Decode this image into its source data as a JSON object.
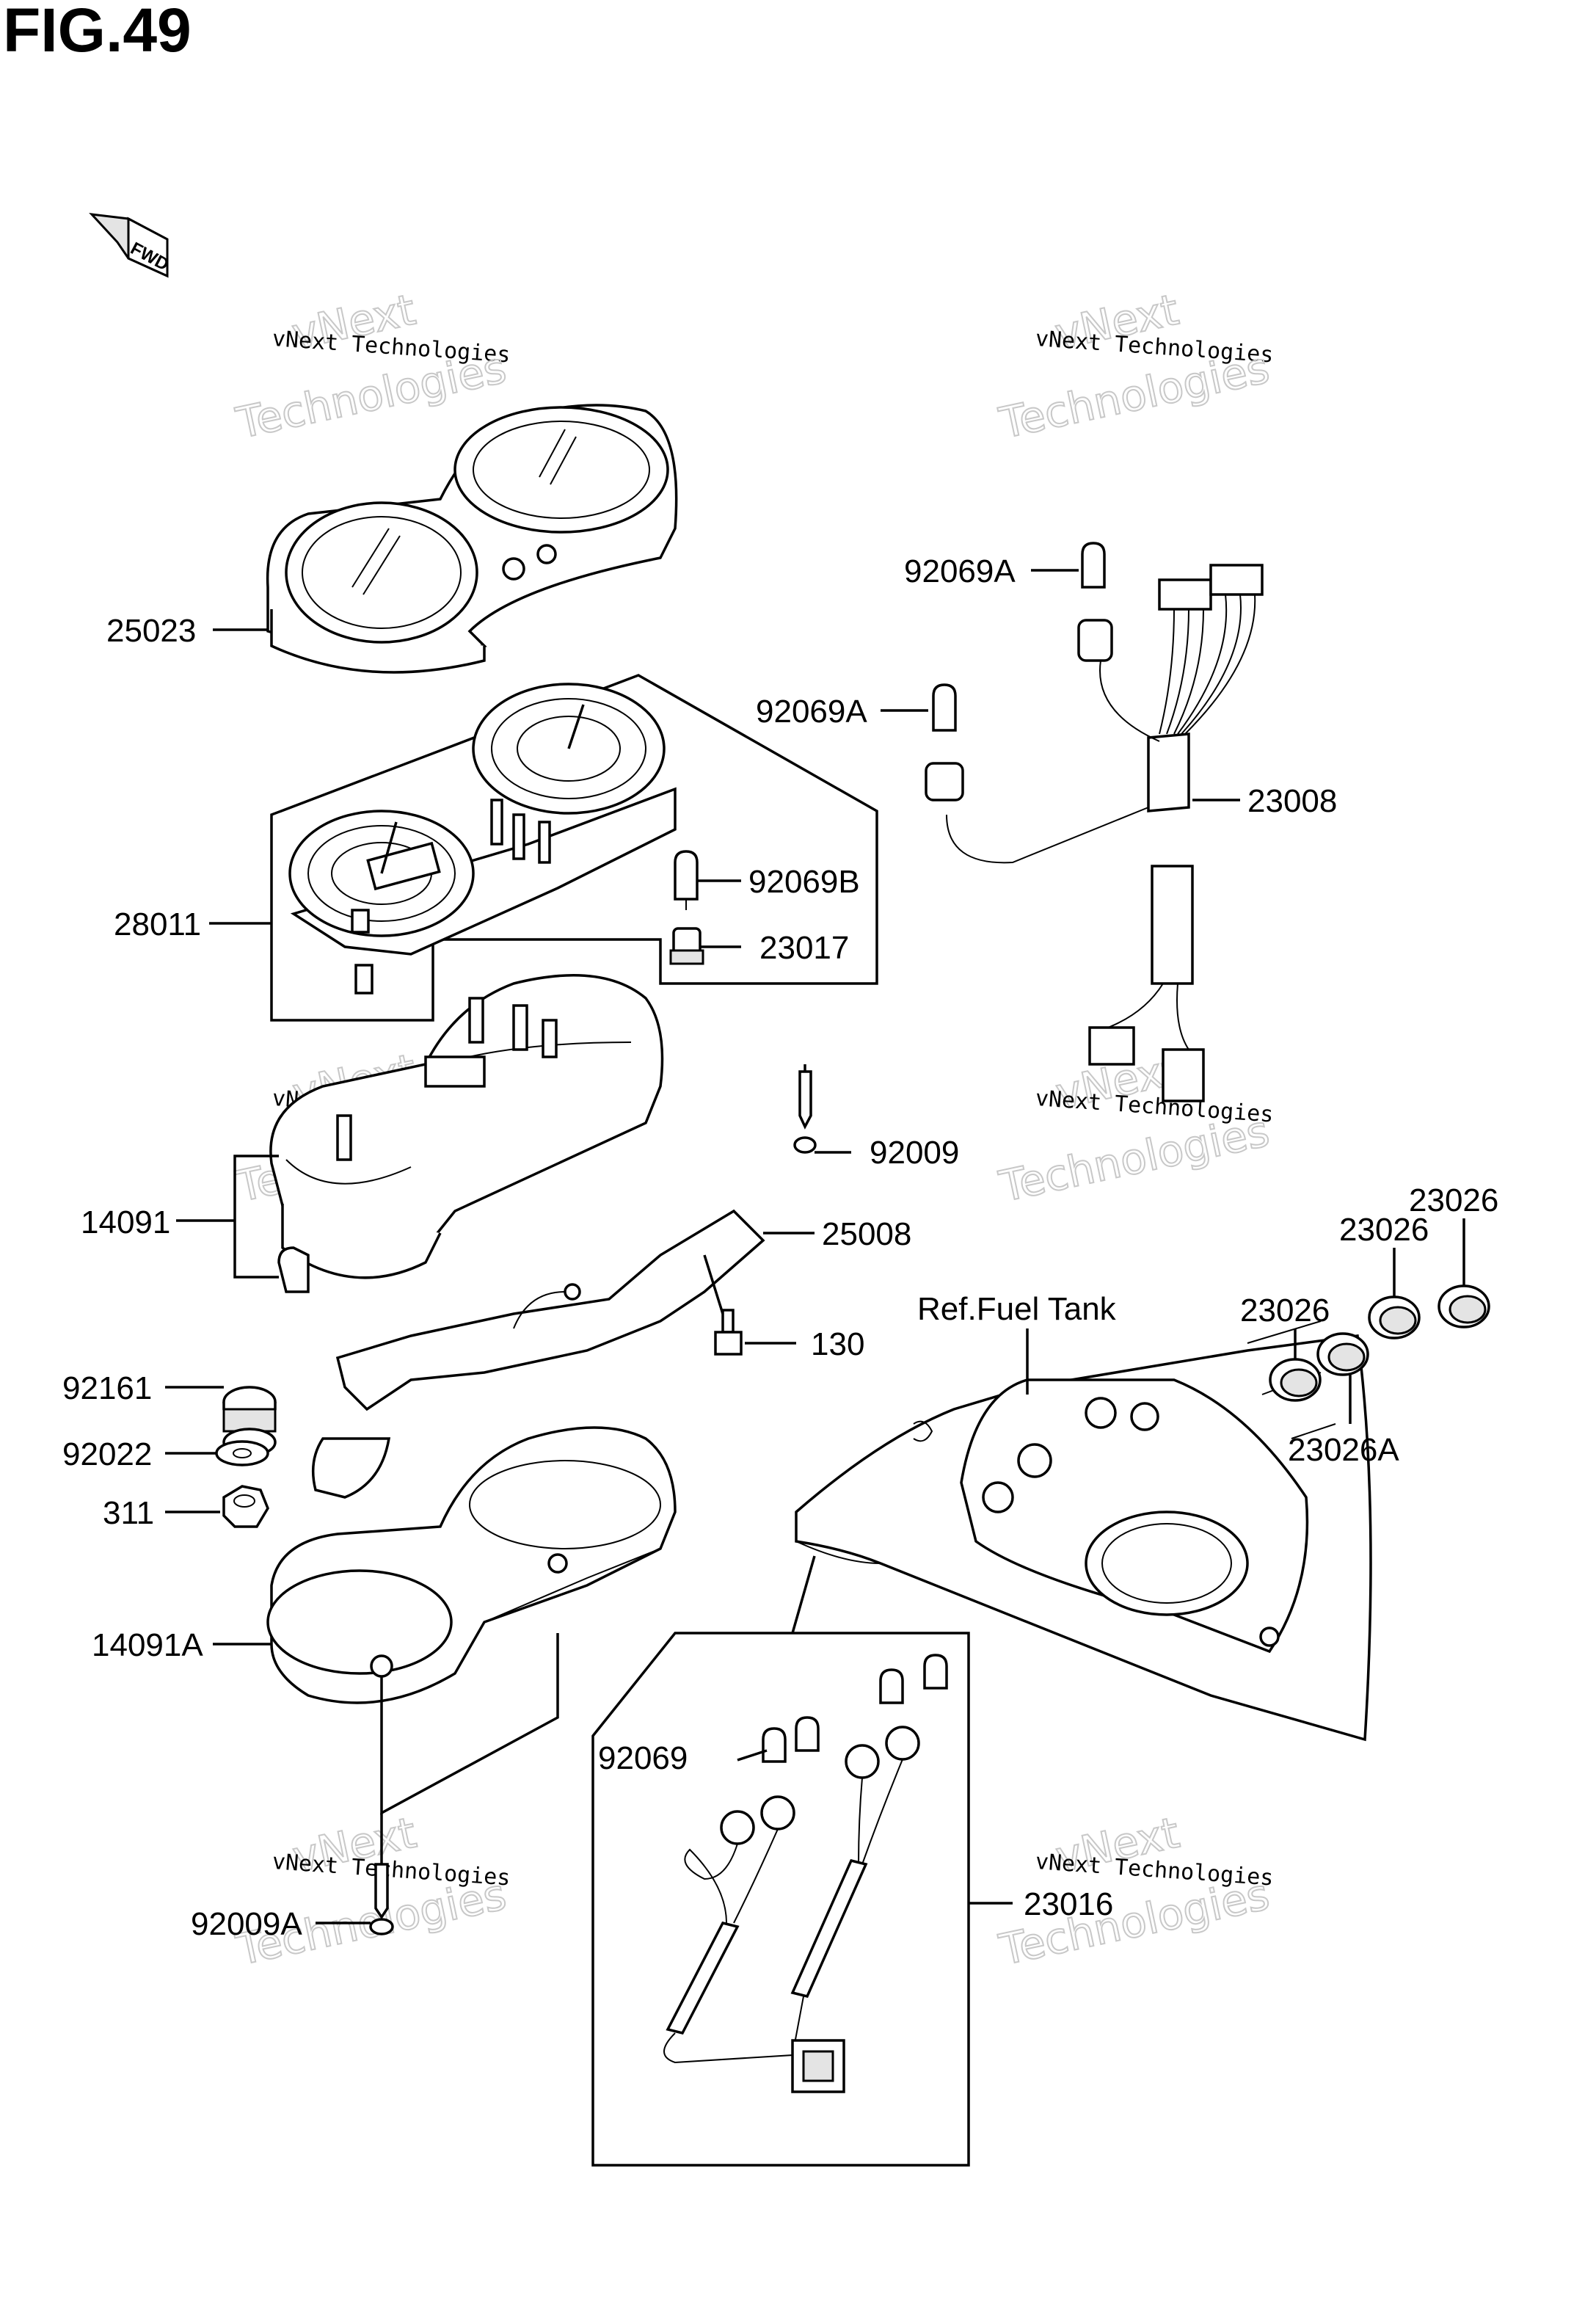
{
  "title": "FIG.49",
  "fwd_label": "FWD",
  "watermark": {
    "line1": "vNext Technologies",
    "line2": "vNext",
    "line3": "Technologies"
  },
  "labels": {
    "p25023": "25023",
    "p28011": "28011",
    "p92069B": "92069B",
    "p23017": "23017",
    "p92009": "92009",
    "p14091": "14091",
    "p25008": "25008",
    "p130": "130",
    "p92161": "92161",
    "p92022": "92022",
    "p311": "311",
    "p14091A": "14091A",
    "p92009A": "92009A",
    "p92069A_top": "92069A",
    "p92069A_mid": "92069A",
    "p23008": "23008",
    "p23026_a": "23026",
    "p23026_b": "23026",
    "p23026_c": "23026",
    "p23026A": "23026A",
    "ref_fuel_tank": "Ref.Fuel Tank",
    "p92069": "92069",
    "p23016": "23016"
  }
}
